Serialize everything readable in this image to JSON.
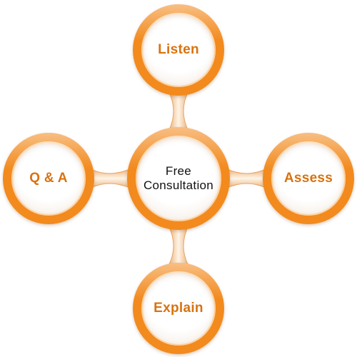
{
  "center": {
    "line1": "Free",
    "line2": "Consultation"
  },
  "nodes": {
    "top": "Listen",
    "right": "Assess",
    "bottom": "Explain",
    "left": "Q & A"
  },
  "colors": {
    "ring": "#f28a1e",
    "label": "#d9720f",
    "connector": "#f5dcc0"
  }
}
